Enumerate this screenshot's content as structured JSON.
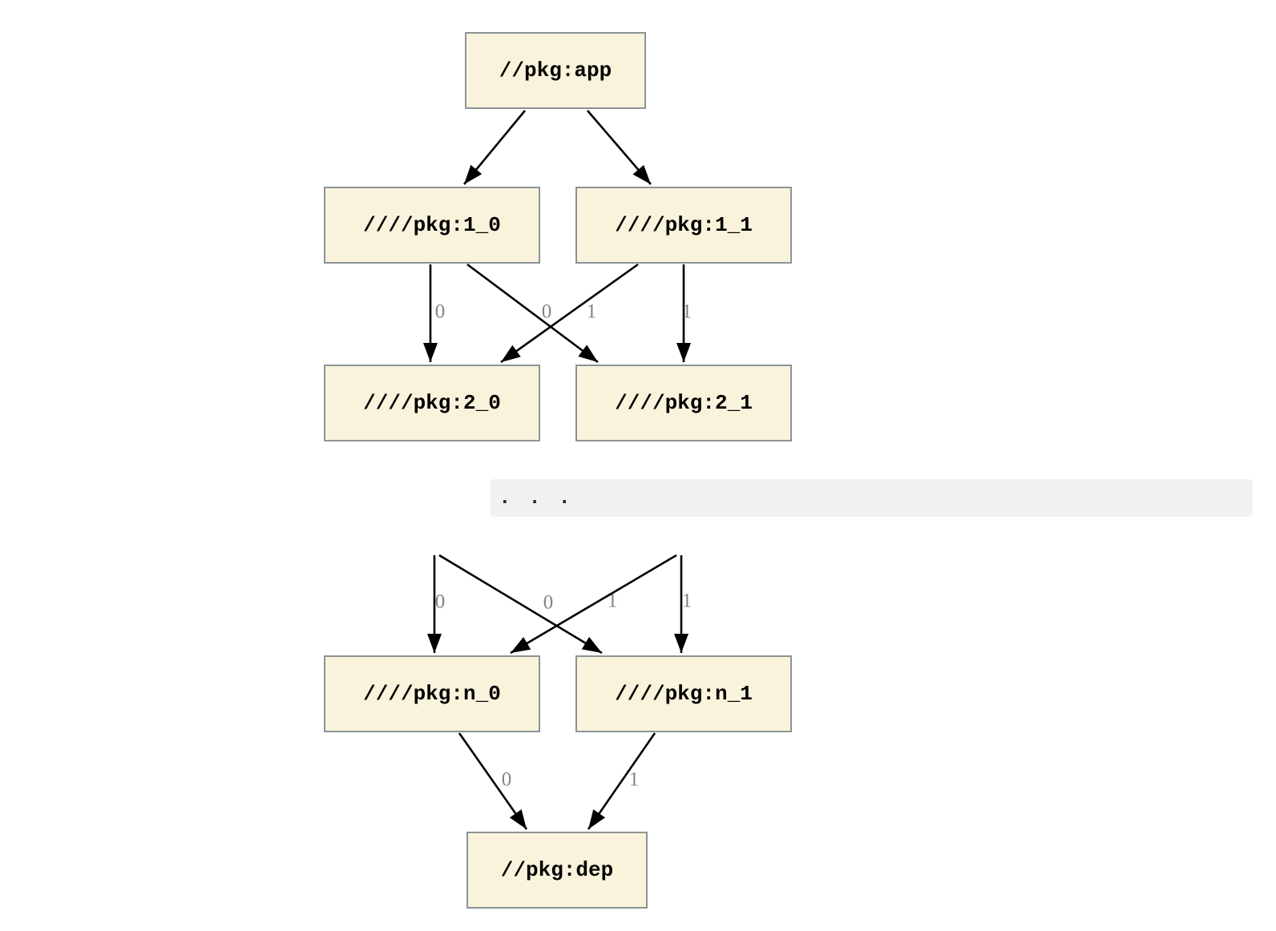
{
  "colors": {
    "node_fill": "#FAF3DC",
    "node_border": "#8C9396",
    "edge": "#000000",
    "edge_label_text": "#848484",
    "ellipsis_background": "#F1F1F1",
    "background": "#FFFFFF"
  },
  "diagram": {
    "type": "dependency-graph",
    "nodes": {
      "app": {
        "label": "//pkg:app"
      },
      "l1_0": {
        "label": "////pkg:1_0"
      },
      "l1_1": {
        "label": "////pkg:1_1"
      },
      "l2_0": {
        "label": "////pkg:2_0"
      },
      "l2_1": {
        "label": "////pkg:2_1"
      },
      "ln_0": {
        "label": "////pkg:n_0"
      },
      "ln_1": {
        "label": "////pkg:n_1"
      },
      "dep": {
        "label": "//pkg:dep"
      }
    },
    "ellipsis_text": ". . .",
    "edges": [
      {
        "from": "//pkg:app",
        "to": "////pkg:1_0",
        "label": ""
      },
      {
        "from": "//pkg:app",
        "to": "////pkg:1_1",
        "label": ""
      },
      {
        "from": "////pkg:1_0",
        "to": "////pkg:2_0",
        "label": "0"
      },
      {
        "from": "////pkg:1_0",
        "to": "////pkg:2_1",
        "label": "1"
      },
      {
        "from": "////pkg:1_1",
        "to": "////pkg:2_0",
        "label": "0"
      },
      {
        "from": "////pkg:1_1",
        "to": "////pkg:2_1",
        "label": "1"
      },
      {
        "from": "...",
        "to": "////pkg:n_0",
        "label": "0"
      },
      {
        "from": "...",
        "to": "////pkg:n_1",
        "label": "1"
      },
      {
        "from": "...",
        "to": "////pkg:n_0",
        "label": "0"
      },
      {
        "from": "...",
        "to": "////pkg:n_1",
        "label": "1"
      },
      {
        "from": "////pkg:n_0",
        "to": "//pkg:dep",
        "label": "0"
      },
      {
        "from": "////pkg:n_1",
        "to": "//pkg:dep",
        "label": "1"
      }
    ]
  }
}
